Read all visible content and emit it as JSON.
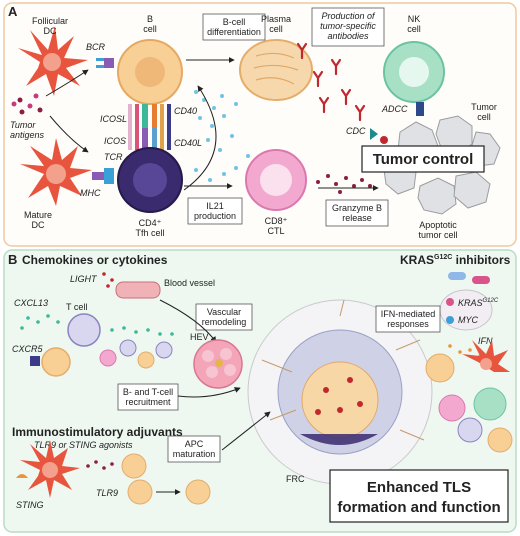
{
  "panelA": {
    "letter": "A",
    "labels": {
      "follicular_dc": [
        "Follicular",
        "DC"
      ],
      "bcr": "BCR",
      "b_cell": [
        "B",
        "cell"
      ],
      "b_diff": [
        "B-cell",
        "differentiation"
      ],
      "plasma": [
        "Plasma",
        "cell"
      ],
      "production": [
        "Production of",
        "tumor-specific",
        "antibodies"
      ],
      "nk": [
        "NK",
        "cell"
      ],
      "tumor_antigens": [
        "Tumor",
        "antigens"
      ],
      "icosl": "ICOSL",
      "icos": "ICOS",
      "cd40": "CD40",
      "cd40l": "CD40L",
      "adcc": "ADCC",
      "cdc": "CDC",
      "tumor_cell": [
        "Tumor",
        "cell"
      ],
      "tumor_control": "Tumor control",
      "tcr": "TCR",
      "mhc": "MHC",
      "mature_dc": [
        "Mature",
        "DC"
      ],
      "tfh": [
        "CD4⁺",
        "Tfh cell"
      ],
      "il21": [
        "IL21",
        "production"
      ],
      "cd8": [
        "CD8⁺",
        "CTL"
      ],
      "granzyme": [
        "Granzyme B",
        "release"
      ],
      "apoptotic": [
        "Apoptotic",
        "tumor cell"
      ]
    }
  },
  "panelB": {
    "letter": "B",
    "labels": {
      "chemokines": "Chemokines or cytokines",
      "light": "LIGHT",
      "blood_vessel": "Blood vessel",
      "vascular": [
        "Vascular",
        "remodeling"
      ],
      "cxcl13": "CXCL13",
      "tcell": "T cell",
      "hev": "HEV",
      "cxcr5": "CXCR5",
      "bt_recruit": [
        "B- and T-cell",
        "recruitment"
      ],
      "kras_title": "KRAS",
      "kras_sup": "G12C",
      "kras_title_tail": " inhibitors",
      "kras_gene": "KRAS",
      "kras_gene_sup": "G12C",
      "myc": "MYC",
      "ifn": "IFN",
      "ifn_resp": [
        "IFN-mediated",
        "responses"
      ],
      "immuno": "Immunostimulatory adjuvants",
      "tlr9_sting": "TLR9 or STING agonists",
      "sting": "STING",
      "apc": [
        "APC",
        "maturation"
      ],
      "tlr9": "TLR9",
      "frc": "FRC",
      "enhanced": [
        "Enhanced TLS",
        "formation and function"
      ]
    }
  },
  "colors": {
    "panelA_border": "#efc9a0",
    "panelB_border": "#b9dcc6",
    "panelB_bg": "#eef8f1",
    "dc_red": "#e8553f",
    "b_cell": "#f8cf95",
    "tfh": "#3a2a6e",
    "plasma": "#f7d8ad",
    "nk": "#a8e0c6",
    "cd8": "#f3a9cf",
    "antibody": "#c0282f",
    "il21_dot": "#6fc3e6"
  }
}
